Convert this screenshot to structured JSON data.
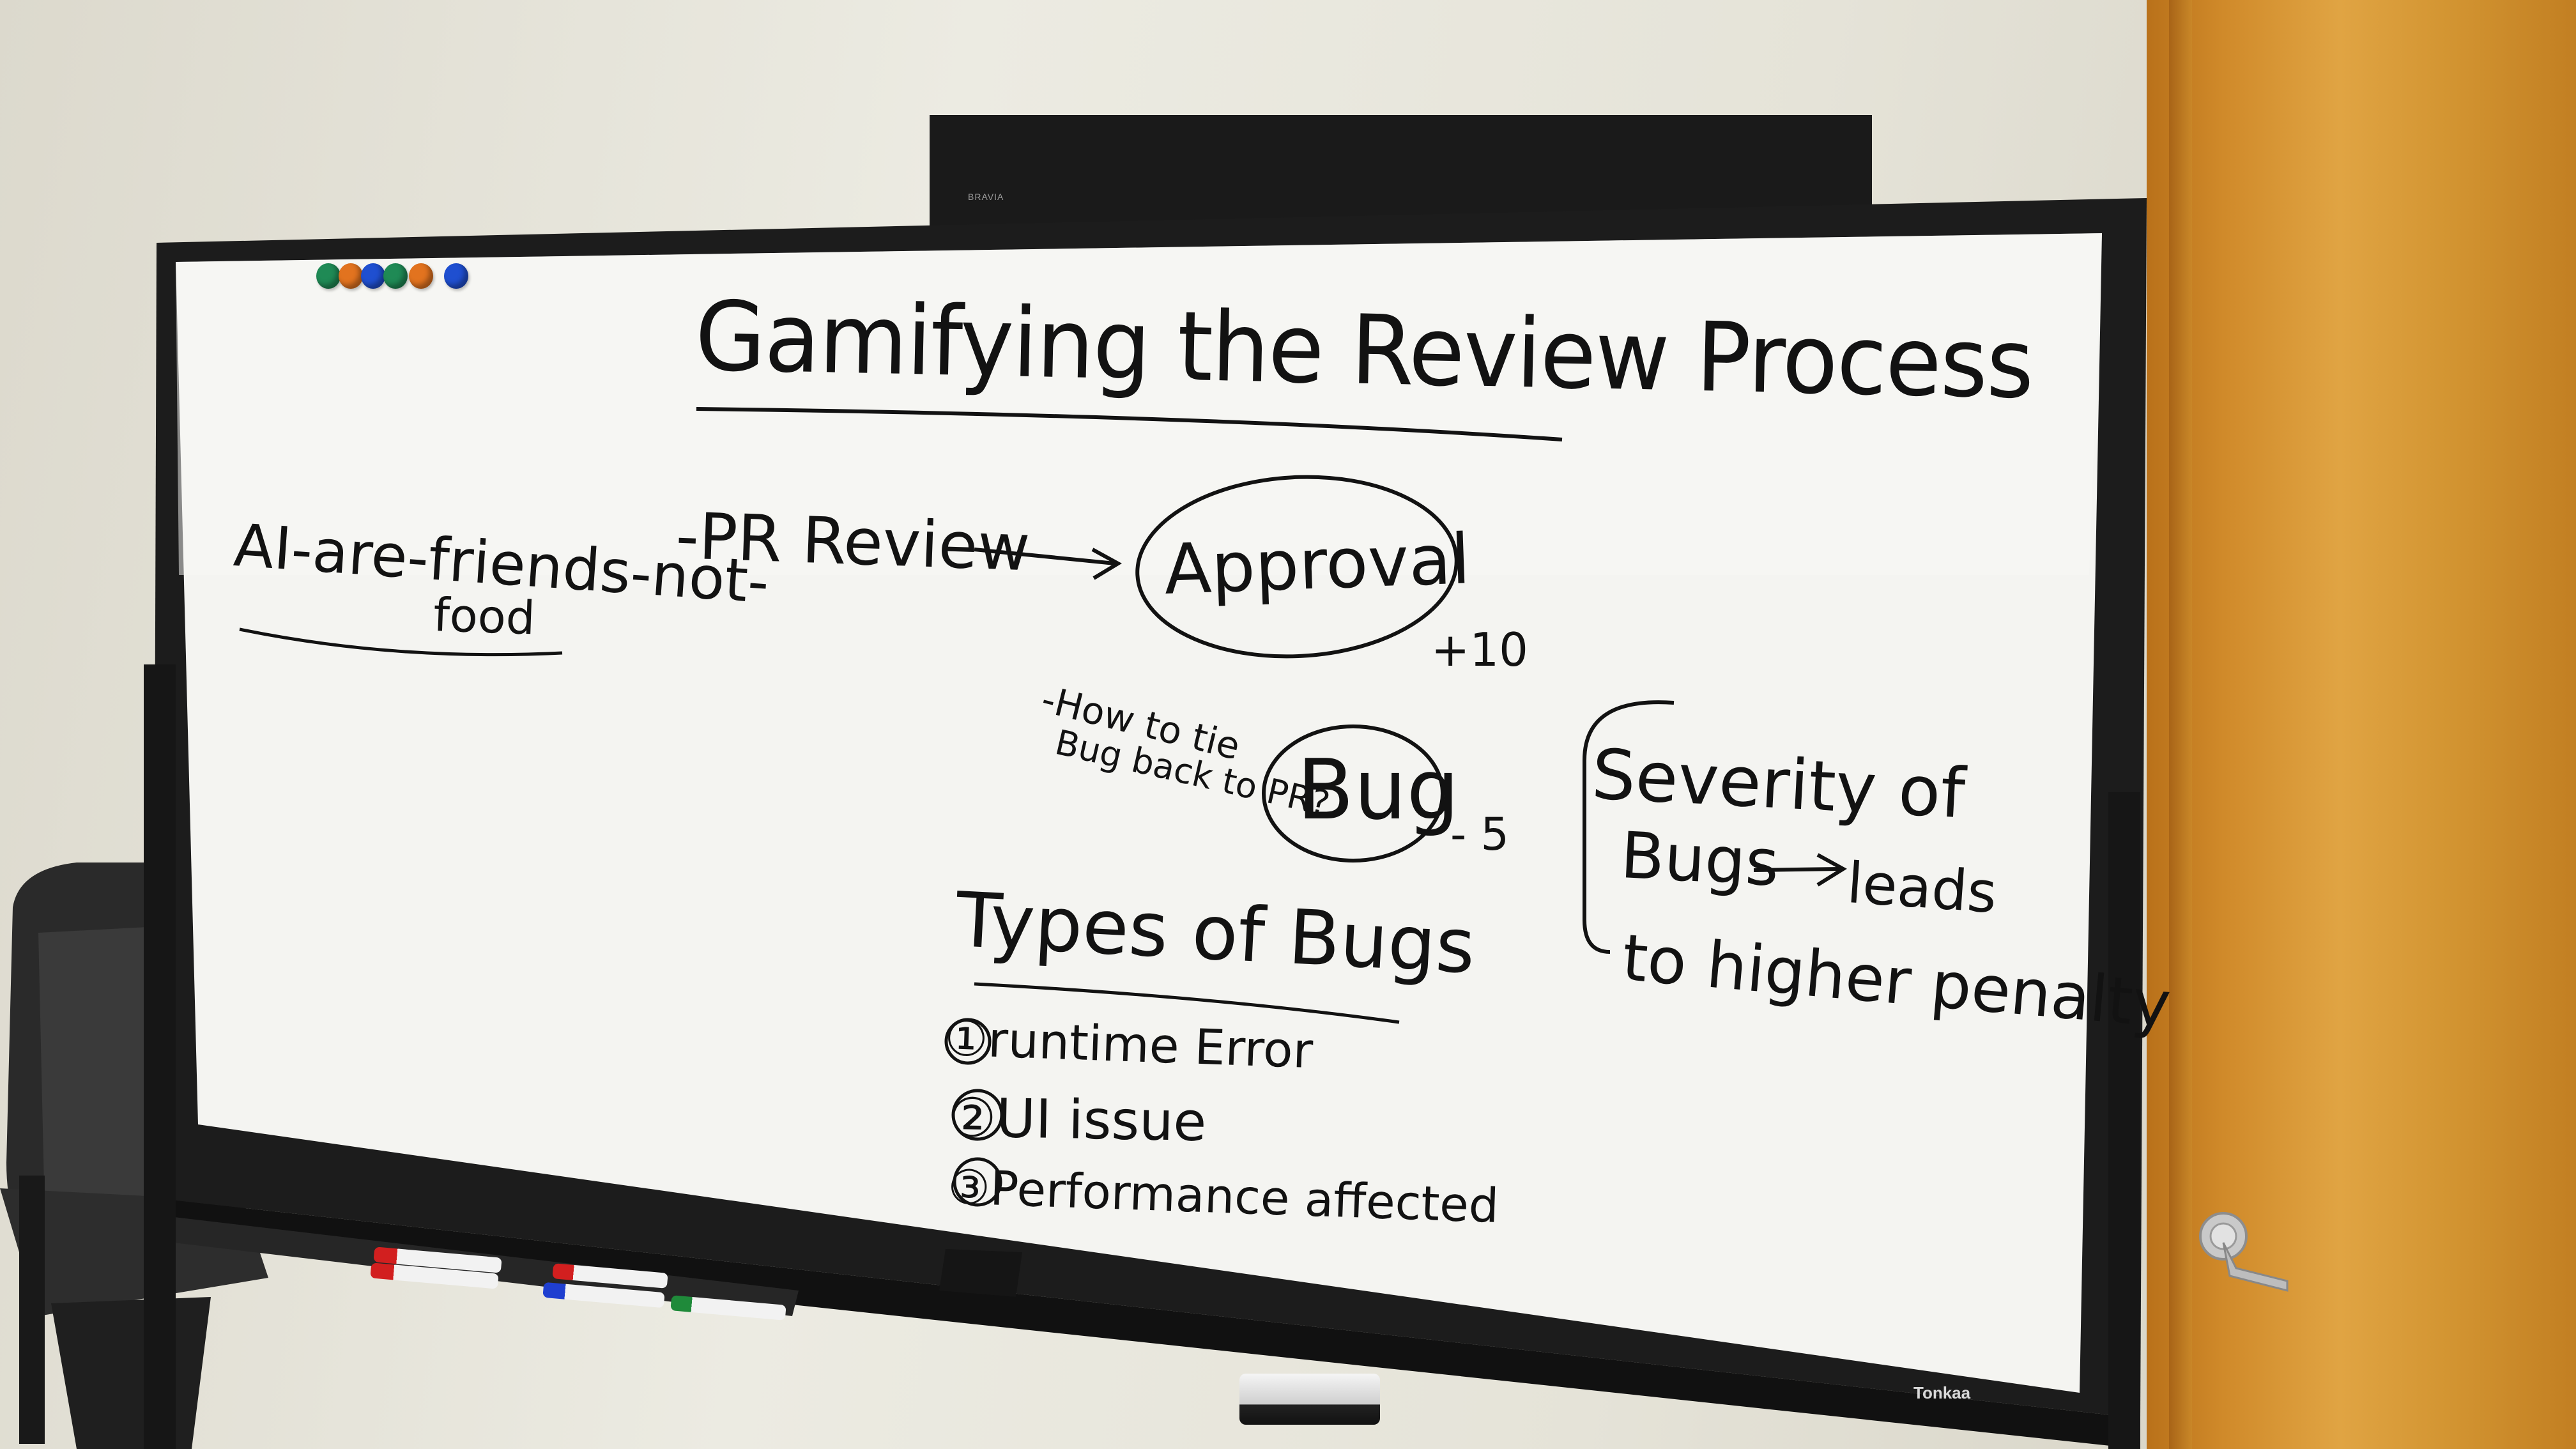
{
  "tv": {
    "brand": "BRAVIA"
  },
  "whiteboard": {
    "brand": "Tonkaa",
    "title": "Gamifying the Review Process",
    "side_note": {
      "line1": "AI-are-friends-not-",
      "line2": "food"
    },
    "flow": {
      "pr_review": "-PR Review",
      "approval": "Approval",
      "approval_points": "+10",
      "question_line1": "-How to tie",
      "question_line2": "Bug back to PR?",
      "bug": "Bug",
      "bug_points": "- 5"
    },
    "severity": {
      "line1": "Severity of",
      "line2": "Bugs",
      "line2_tail": "leads",
      "line3": "to higher penalty"
    },
    "types": {
      "heading": "Types of Bugs",
      "items": [
        "①runtime Error",
        "②UI issue",
        "③Performance affected"
      ]
    }
  },
  "colors": {
    "board_surface": "#f4f4f1",
    "board_frame": "#1b1b1b",
    "ink": "#121212",
    "door_wood": "#d39532",
    "wall": "#e6e4d9",
    "magnet_green": "#1f8a55",
    "magnet_orange": "#e2731f",
    "magnet_blue": "#1f4fd0"
  },
  "magnets": [
    "green",
    "orange",
    "blue",
    "green",
    "orange",
    "blue"
  ],
  "markers": [
    "red",
    "red",
    "red",
    "blue",
    "green"
  ],
  "icons": {
    "door_handle": "door-lever-icon",
    "eraser": "eraser-icon"
  }
}
